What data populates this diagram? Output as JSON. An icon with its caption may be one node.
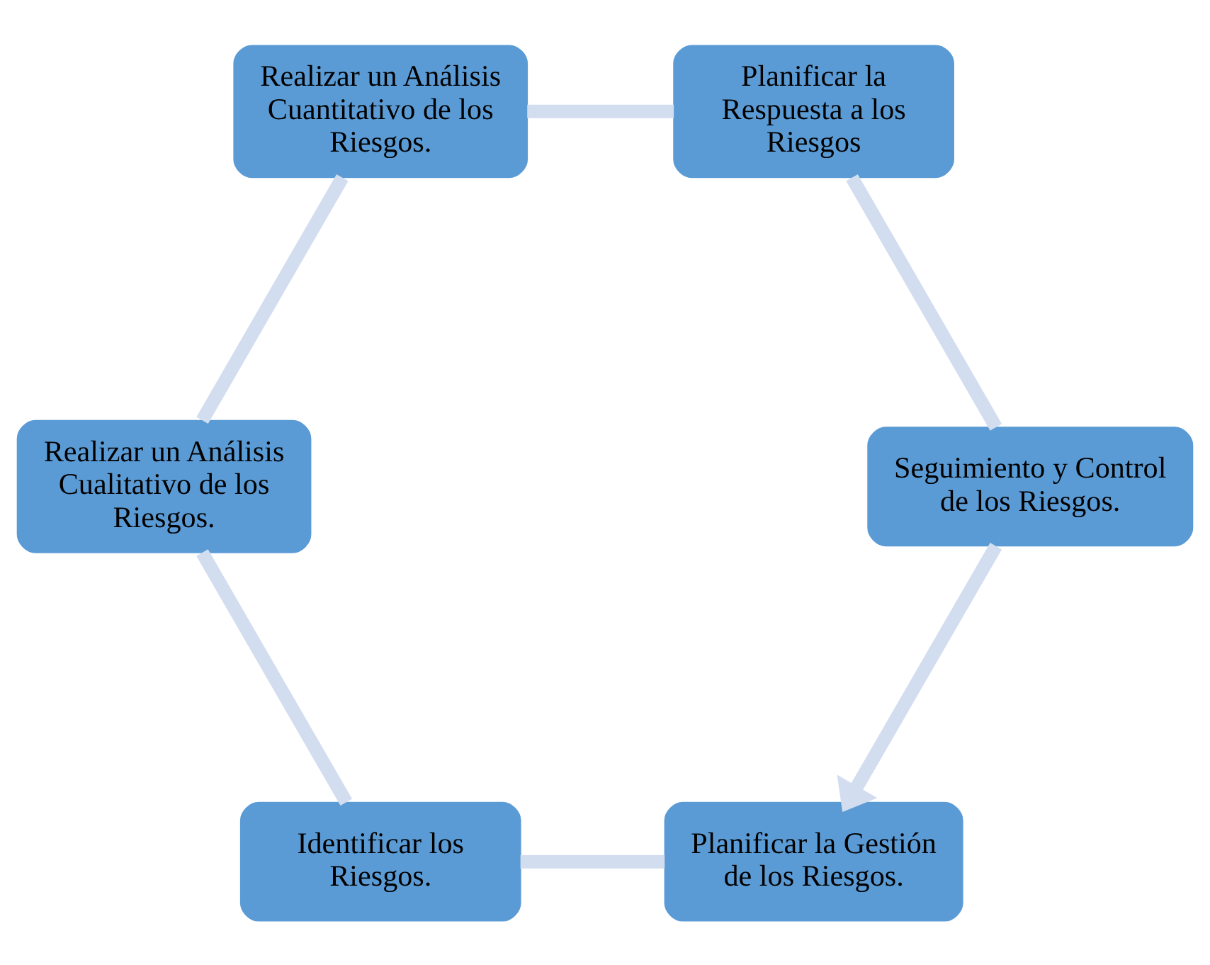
{
  "diagram": {
    "nodes": [
      {
        "text": [
          "Planificar la Gestión de los Riesgos."
        ]
      },
      {
        "text": [
          "Identificar los Riesgos."
        ]
      },
      {
        "text": [
          "Realizar un Análisis Cualitativo de los Riesgos."
        ]
      },
      {
        "text": [
          "Realizar un Análisis Cuantitativo de los Riesgos."
        ]
      },
      {
        "text": [
          "Planificar la Respuesta a los Riesgos"
        ]
      },
      {
        "text": [
          "Seguimiento y Control de los Riesgos."
        ]
      }
    ],
    "edges": [
      {
        "from": 0,
        "to": 1,
        "arrow": "none"
      },
      {
        "from": 1,
        "to": 2,
        "arrow": "none"
      },
      {
        "from": 2,
        "to": 3,
        "arrow": "none"
      },
      {
        "from": 3,
        "to": 4,
        "arrow": "none"
      },
      {
        "from": 4,
        "to": 5,
        "arrow": "none"
      },
      {
        "from": 5,
        "to": 0,
        "arrow": "to"
      }
    ]
  }
}
